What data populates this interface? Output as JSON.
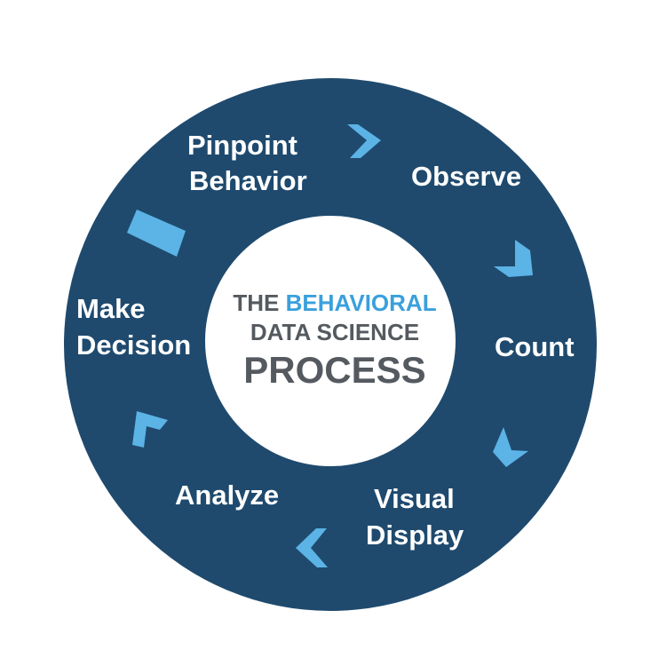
{
  "colors": {
    "ring": "#1f4a6e",
    "center": "#ffffff",
    "arrow": "#5bb3e6",
    "center_text": "#555a60",
    "center_accent": "#3aa0dc",
    "step_text": "#ffffff"
  },
  "center": {
    "line1_prefix": "THE ",
    "line1_accent": "BEHAVIORAL",
    "line2": "DATA SCIENCE",
    "line3": "PROCESS"
  },
  "steps": {
    "pinpoint_line1": "Pinpoint",
    "pinpoint_line2": "Behavior",
    "observe": "Observe",
    "count": "Count",
    "visual_line1": "Visual",
    "visual_line2": "Display",
    "analyze": "Analyze",
    "make_line1": "Make",
    "make_line2": "Decision"
  },
  "arrows": [
    {
      "name": "arrow-pinpoint-to-observe",
      "direction": "right"
    },
    {
      "name": "arrow-observe-to-count",
      "direction": "down"
    },
    {
      "name": "arrow-count-to-visual",
      "direction": "down-left"
    },
    {
      "name": "arrow-visual-to-analyze",
      "direction": "left"
    },
    {
      "name": "arrow-analyze-to-make",
      "direction": "up-left"
    },
    {
      "name": "arrow-make-to-pinpoint",
      "direction": "up-right"
    }
  ]
}
